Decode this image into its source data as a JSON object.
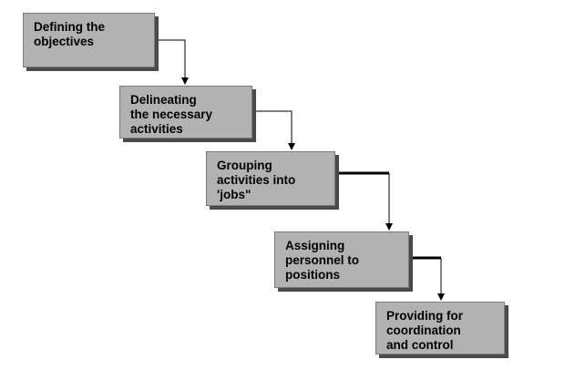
{
  "diagram": {
    "steps": [
      {
        "id": "step-1",
        "label": "Defining the\nobjectives"
      },
      {
        "id": "step-2",
        "label": "Delineating\nthe necessary\nactivities"
      },
      {
        "id": "step-3",
        "label": "Grouping\nactivities into\n'jobs\""
      },
      {
        "id": "step-4",
        "label": "Assigning\npersonnel to\npositions"
      },
      {
        "id": "step-5",
        "label": "Providing for\ncoordination\nand control"
      }
    ],
    "colors": {
      "box_fill": "#b2b2b2",
      "box_border": "#7a7a7a",
      "box_shadow": "#4a4a4a",
      "connector": "#000000",
      "text": "#000000",
      "background": "#ffffff"
    }
  }
}
